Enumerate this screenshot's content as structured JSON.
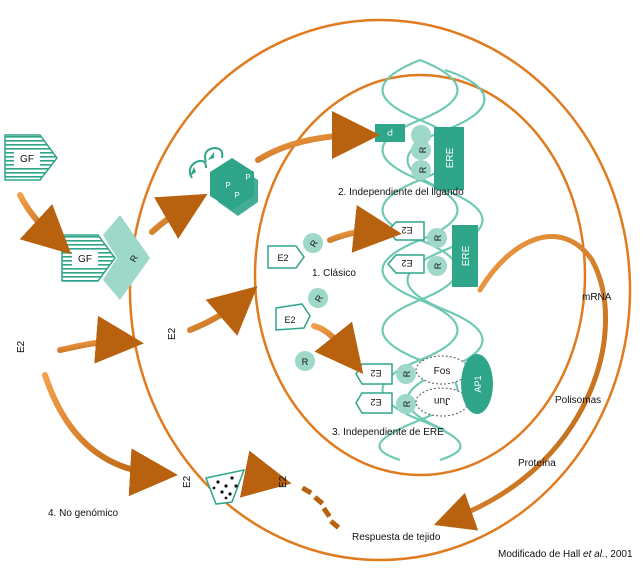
{
  "colors": {
    "orange": "#e07b1f",
    "arrow_dark": "#9a4d0f",
    "teal": "#2fa58a",
    "teal_light": "#9ed8c9",
    "dna": "#6ec9b4",
    "text": "#111111"
  },
  "labels": {
    "gf_top": "GF",
    "gf_receptor": "GF",
    "receptor_r": "R",
    "p": "P",
    "ere": "ERE",
    "e2": "E2",
    "fos": "Fos",
    "jun": "Jun",
    "ap1": "AP1",
    "pathway_ligand_independent": "2. Independiente del ligando",
    "pathway_classic": "1. Clásico",
    "pathway_ere_independent": "3. Independiente de ERE",
    "pathway_non_genomic": "4. No genómico",
    "mrna": "mRNA",
    "polisomas": "Polisomas",
    "proteina": "Proteína",
    "tissue_response": "Respuesta de tejido",
    "citation_prefix": "Modificado de Hall ",
    "citation_etal": "et al.",
    "citation_suffix": ", 2001"
  },
  "icons": {
    "arrow": "curved-arrow-icon",
    "phosphate": "phosphate-tag-icon",
    "kinase": "kinase-cascade-icon"
  }
}
